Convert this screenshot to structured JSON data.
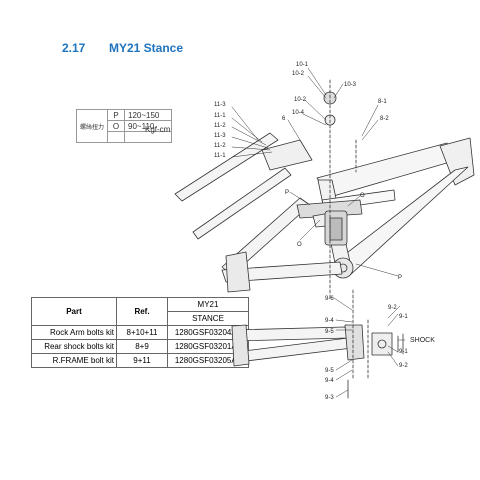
{
  "heading": {
    "section": "2.17",
    "title": "MY21 Stance"
  },
  "torque_table": {
    "header": "螺絲扭力",
    "rows": [
      {
        "code": "P",
        "value": "120~150"
      },
      {
        "code": "O",
        "value": "90~110"
      },
      {
        "code": "",
        "value": ""
      }
    ],
    "unit": "Kgf-cm"
  },
  "parts_table": {
    "headers": [
      "Part",
      "Ref.",
      "MY21"
    ],
    "subheader": "STANCE",
    "rows": [
      {
        "part": "Rock Arm bolts kit",
        "ref": "8+10+11",
        "code": "1280GSF03204A1"
      },
      {
        "part": "Rear shock bolts kit",
        "ref": "8+9",
        "code": "1280GSF03201A1"
      },
      {
        "part": "R.FRAME bolt kit",
        "ref": "9+11",
        "code": "1280GSF03205A1"
      }
    ]
  },
  "callouts": [
    "10-1",
    "10-2",
    "10-3",
    "10-2",
    "10-4",
    "8-1",
    "8-2",
    "11-3",
    "11-1",
    "11-2",
    "11-3",
    "11-2",
    "11-1",
    "6",
    "P",
    "O",
    "O",
    "P",
    "9-6",
    "9-2",
    "9-1",
    "9-4",
    "9-5",
    "9-1",
    "SHOCK",
    "9-2",
    "9-5",
    "9-4",
    "9-3"
  ]
}
